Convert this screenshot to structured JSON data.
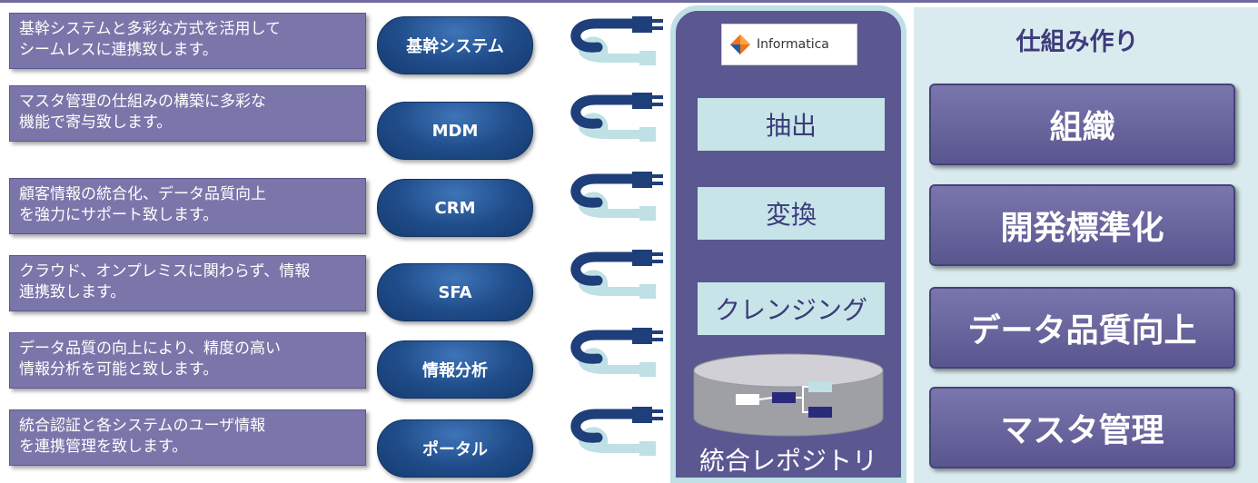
{
  "systems": [
    {
      "label": "基幹システム",
      "desc": "基幹システムと多彩な方式を活用して\nシームレスに連携致します。"
    },
    {
      "label": "MDM",
      "desc": "マスタ管理の仕組みの構築に多彩な\n機能で寄与致します。"
    },
    {
      "label": "CRM",
      "desc": "顧客情報の統合化、データ品質向上\nを強力にサポート致します。"
    },
    {
      "label": "SFA",
      "desc": "クラウド、オンプレミスに関わらず、情報\n連携致します。"
    },
    {
      "label": "情報分析",
      "desc": "データ品質の向上により、精度の高い\n情報分析を可能と致します。"
    },
    {
      "label": "ポータル",
      "desc": "統合認証と各システムのユーザ情報\nを連携管理を致します。"
    }
  ],
  "repository": {
    "logo_text": "Informatica",
    "steps": [
      "抽出",
      "変換",
      "クレンジング"
    ],
    "label": "統合レポジトリ"
  },
  "framework": {
    "title": "仕組み作り",
    "items": [
      "組織",
      "開発標準化",
      "データ品質向上",
      "マスタ管理"
    ]
  },
  "colors": {
    "pill": "#1f4c89",
    "desc_box": "#7b76aa",
    "repo": "#5b5791",
    "step": "#c7e5e8",
    "framework_bg": "#d9ebee",
    "cable_dark": "#1f3f7a",
    "cable_light": "#bfe0e5"
  }
}
